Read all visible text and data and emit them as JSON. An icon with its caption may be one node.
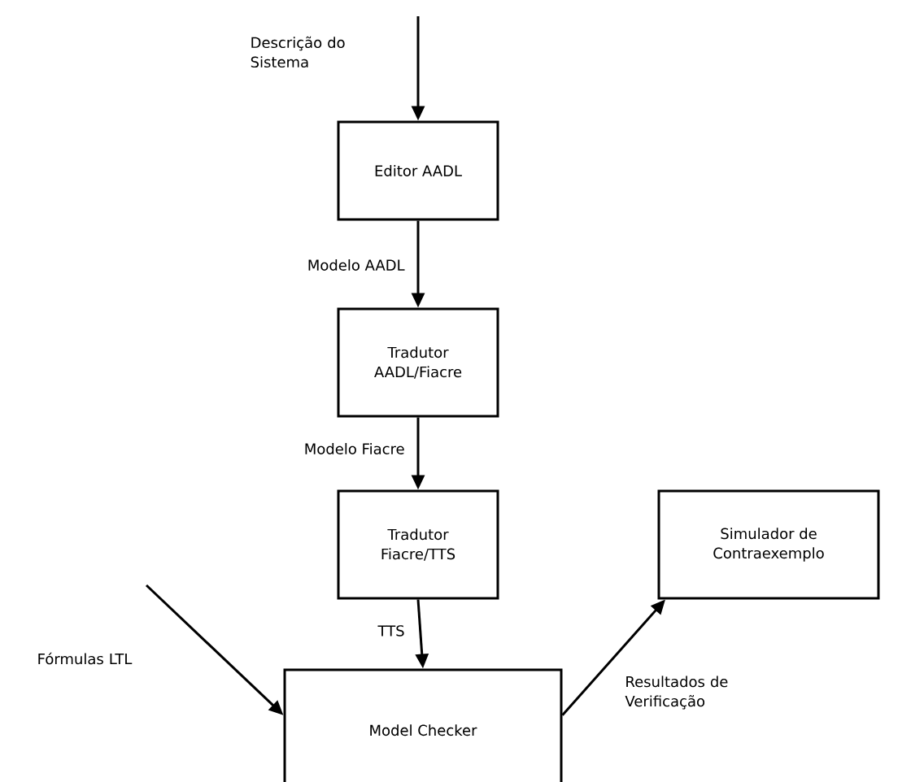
{
  "diagram": {
    "nodes": [
      {
        "text": [
          "Editor AADL"
        ]
      },
      {
        "text": [
          "Tradutor AADL/Fiacre"
        ]
      },
      {
        "text": [
          "Tradutor Fiacre/TTS"
        ]
      },
      {
        "text": [
          "Model Checker"
        ]
      },
      {
        "text": [
          "Simulador de Contraexemplo"
        ]
      }
    ],
    "edges": [
      {
        "from": null,
        "to": 0,
        "arrow": "to",
        "label": "Descrição do Sistema"
      },
      {
        "from": 0,
        "to": 1,
        "arrow": "to",
        "label": "Modelo AADL"
      },
      {
        "from": 1,
        "to": 2,
        "arrow": "to",
        "label": "Modelo Fiacre"
      },
      {
        "from": 2,
        "to": 3,
        "arrow": "to",
        "label": "TTS"
      },
      {
        "from": null,
        "to": 3,
        "arrow": "to",
        "label": "Fórmulas LTL"
      },
      {
        "from": 3,
        "to": 4,
        "arrow": "to",
        "label": "Resultados de Verificação"
      }
    ]
  }
}
